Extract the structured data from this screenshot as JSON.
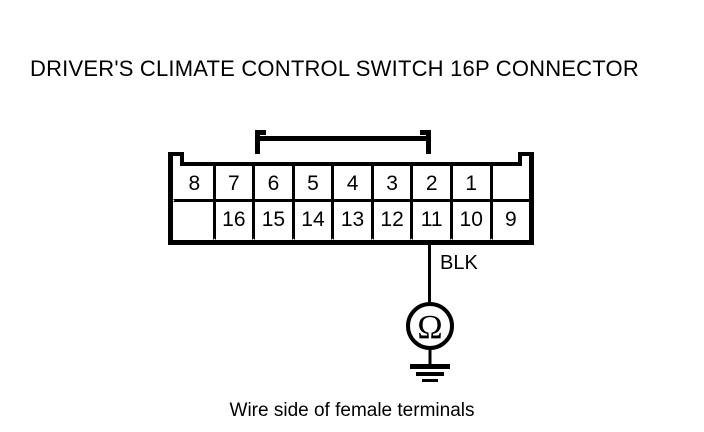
{
  "diagram": {
    "title": "DRIVER'S CLIMATE CONTROL SWITCH 16P CONNECTOR",
    "caption": "Wire side of female terminals",
    "line_color": "#000000",
    "background_color": "#ffffff"
  },
  "connector": {
    "pin_count": 16,
    "top_row": [
      "8",
      "7",
      "6",
      "5",
      "4",
      "3",
      "2",
      "1",
      ""
    ],
    "bottom_row": [
      "",
      "16",
      "15",
      "14",
      "13",
      "12",
      "11",
      "10",
      "9"
    ]
  },
  "wire": {
    "color_code": "BLK",
    "from_terminal": "11",
    "ground_symbol": "ground-omega"
  }
}
